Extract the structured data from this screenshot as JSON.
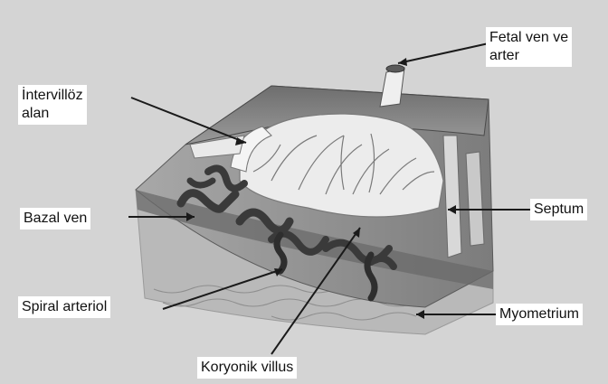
{
  "labels": {
    "fetal_ven_ve_arter": [
      "Fetal ven ve",
      "arter"
    ],
    "intervilloz_alan": [
      "İntervillöz",
      "alan"
    ],
    "bazal_ven": "Bazal ven",
    "septum": "Septum",
    "spiral_arteriol": "Spiral arteriol",
    "myometrium": "Myometrium",
    "koryonik_villus": "Koryonik villus"
  },
  "colors": {
    "background": "#d4d4d4",
    "label_background": "#ffffff",
    "tissue_dark": "#3a3a3a",
    "tissue_mid": "#8a8a8a",
    "tissue_light": "#eeeeee"
  }
}
